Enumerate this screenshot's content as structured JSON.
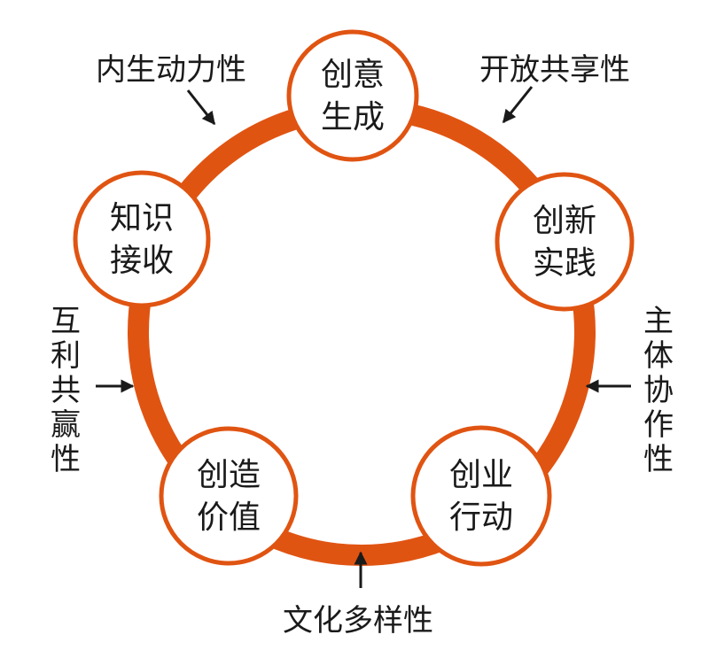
{
  "colors": {
    "ring": "#e05412",
    "node_stroke": "#e05412",
    "node_fill": "#ffffff",
    "text": "#1a1a1a",
    "arrow": "#1a1a1a"
  },
  "nodes": [
    {
      "id": "chuangyi",
      "lines": [
        "创意",
        "生成"
      ]
    },
    {
      "id": "chuangxin",
      "lines": [
        "创新",
        "实践"
      ]
    },
    {
      "id": "chuangye",
      "lines": [
        "创业",
        "行动"
      ]
    },
    {
      "id": "chuangzao",
      "lines": [
        "创造",
        "价值"
      ]
    },
    {
      "id": "zhishi",
      "lines": [
        "知识",
        "接收"
      ]
    }
  ],
  "labels": {
    "neisheng": "内生动力性",
    "kaifang": "开放共享性",
    "zhuti": "主体协作性",
    "wenhua": "文化多样性",
    "huli": "互利共赢性"
  }
}
